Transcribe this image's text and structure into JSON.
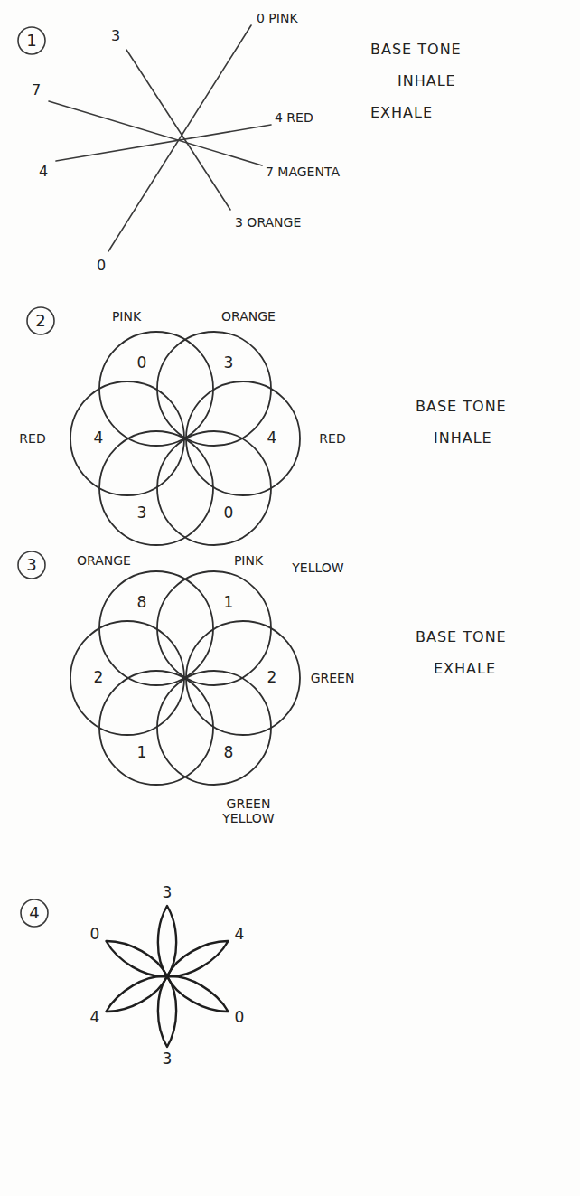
{
  "diagram": {
    "nodes": [
      {
        "text": [
          "0"
        ]
      },
      {
        "text": [
          "3"
        ]
      },
      {
        "text": [
          "4"
        ]
      },
      {
        "text": [
          "4"
        ]
      },
      {
        "text": [
          "3"
        ]
      },
      {
        "text": [
          "0"
        ]
      },
      {
        "text": [
          "8"
        ]
      },
      {
        "text": [
          "1"
        ]
      },
      {
        "text": [
          "2"
        ]
      },
      {
        "text": [
          "2"
        ]
      },
      {
        "text": [
          "1"
        ]
      },
      {
        "text": [
          "8"
        ]
      }
    ],
    "labels": [
      "1",
      "3",
      "0 PINK",
      "7",
      "4 RED",
      "4",
      "7 MAGENTA",
      "0",
      "3 ORANGE",
      "BASE TONE",
      "INHALE",
      "EXHALE",
      "2",
      "PINK",
      "ORANGE",
      "RED",
      "RED",
      "ORANGE",
      "PINK",
      "BASE TONE",
      "INHALE",
      "3",
      "YELLOW",
      "GREEN",
      "GREEN YELLOW",
      "BASE TONE",
      "EXHALE",
      "4",
      "3",
      "0",
      "4",
      "0",
      "4",
      "3"
    ]
  }
}
